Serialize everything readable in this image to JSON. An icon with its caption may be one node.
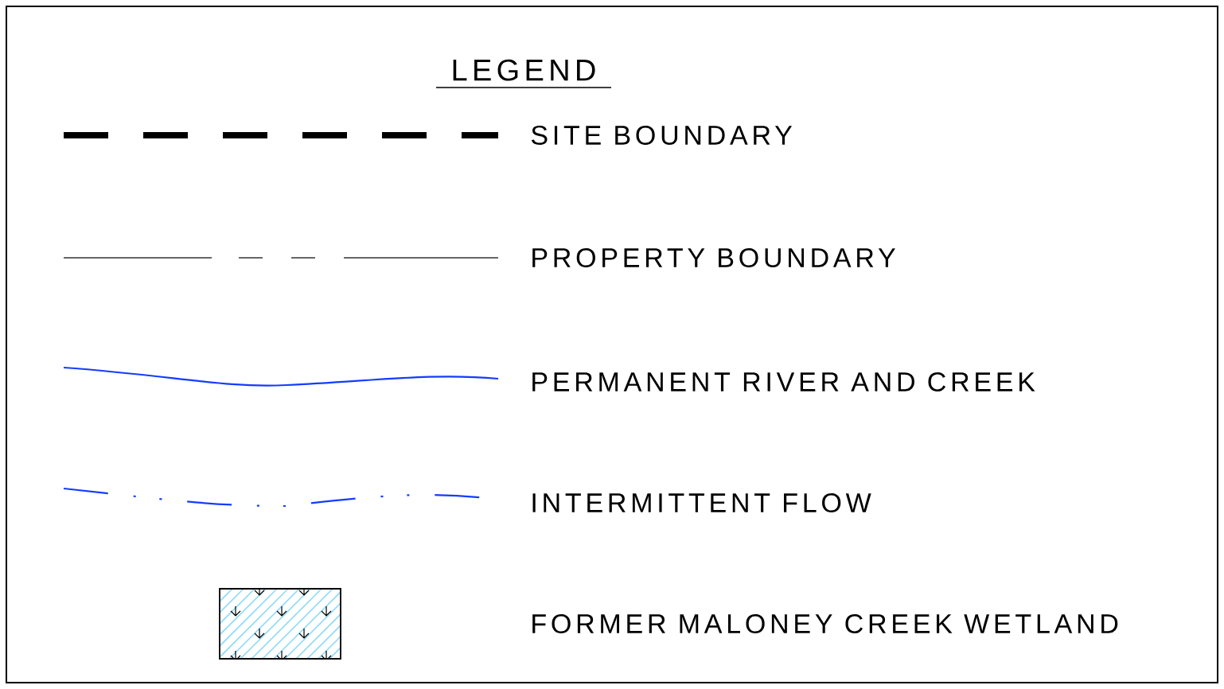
{
  "diagram": {
    "title": "LEGEND",
    "legend": [
      {
        "text": "SITE BOUNDARY"
      },
      {
        "text": "PROPERTY BOUNDARY"
      },
      {
        "text": "PERMANENT RIVER AND CREEK"
      },
      {
        "text": "INTERMITTENT FLOW"
      },
      {
        "text": "FORMER MALONEY CREEK WETLAND"
      }
    ]
  }
}
